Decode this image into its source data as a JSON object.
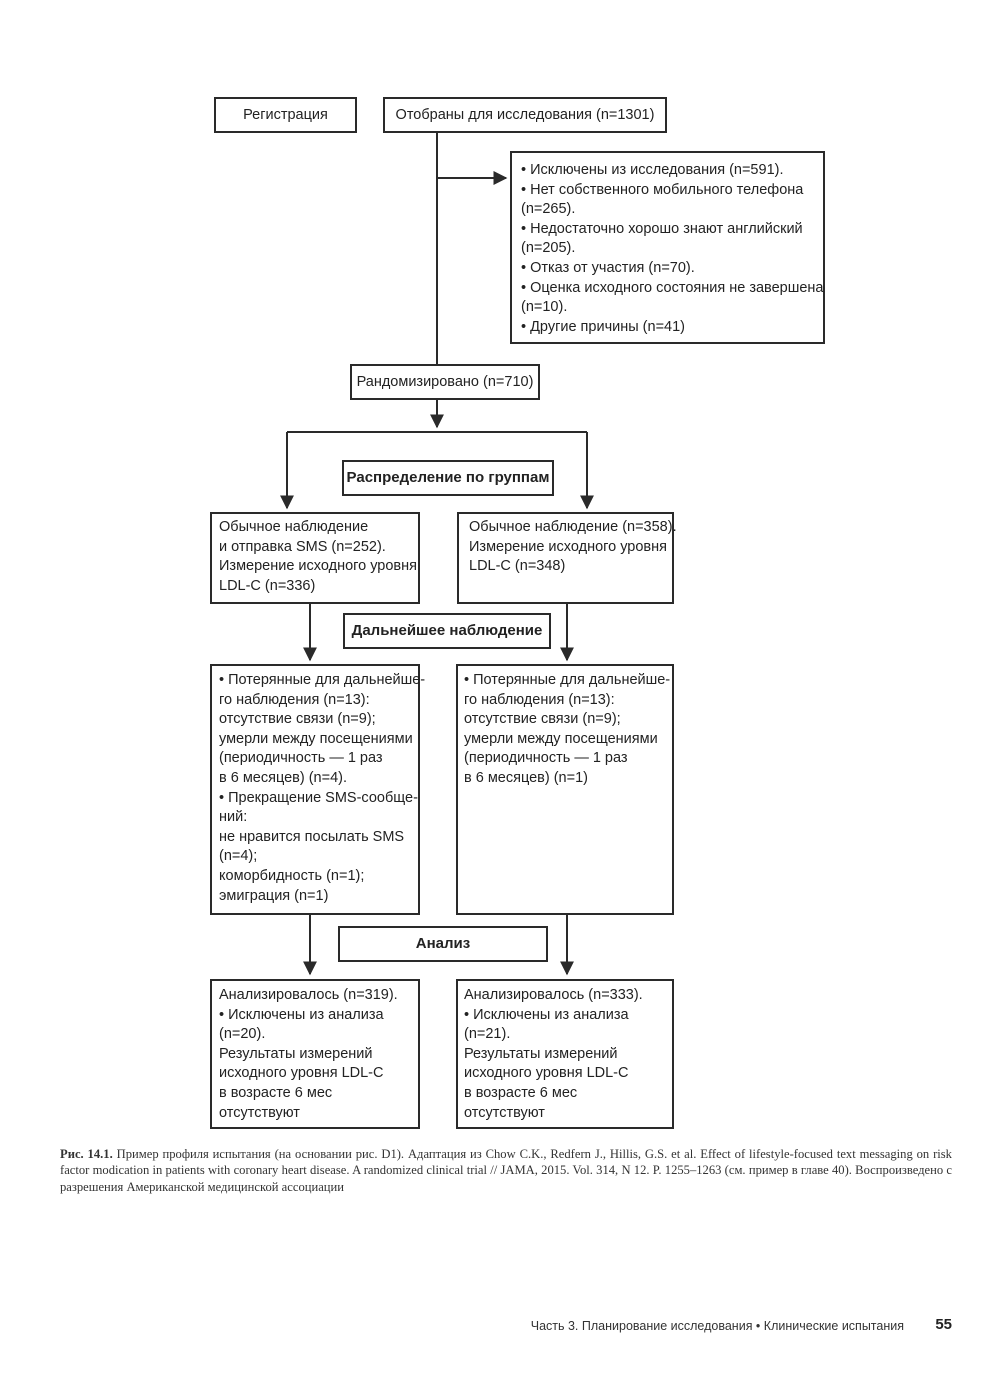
{
  "flowchart": {
    "registration": "Регистрация",
    "selected": "Отобраны для исследования (n=1301)",
    "excluded": [
      "• Исключены из исследования (n=591).",
      "• Нет собственного мобильного телефона",
      "(n=265).",
      "• Недостаточно хорошо знают английский",
      "(n=205).",
      "• Отказ от участия (n=70).",
      "• Оценка исходного состояния не завершена",
      "(n=10).",
      "• Другие причины (n=41)"
    ],
    "randomized": "Рандомизировано (n=710)",
    "allocation_heading": "Распределение по группам",
    "left_group": [
      "Обычное наблюдение",
      "и отправка SMS (n=252).",
      "Измерение исходного уровня",
      "LDL-C (n=336)"
    ],
    "right_group": [
      "Обычное наблюдение (n=358).",
      "Измерение исходного уровня",
      "LDL-C (n=348)"
    ],
    "followup_heading": "Дальнейшее наблюдение",
    "left_followup": [
      "• Потерянные для дальнейше-",
      "го наблюдения (n=13):",
      "отсутствие связи (n=9);",
      "умерли между посещениями",
      "(периодичность — 1 раз",
      "в 6 месяцев) (n=4).",
      "• Прекращение SMS-сообще-",
      "ний:",
      "не нравится посылать SMS",
      "(n=4);",
      "коморбидность (n=1);",
      "эмиграция (n=1)"
    ],
    "right_followup": [
      "• Потерянные для дальнейше-",
      "го наблюдения (n=13):",
      "отсутствие связи (n=9);",
      "умерли между посещениями",
      "(периодичность — 1 раз",
      "в 6 месяцев) (n=1)"
    ],
    "analysis_heading": "Анализ",
    "left_analysis": [
      "Анализировалось (n=319).",
      "• Исключены из анализа",
      "(n=20).",
      "Результаты измерений",
      "исходного уровня LDL-C",
      "в возрасте 6 мес",
      "отсутствуют"
    ],
    "right_analysis": [
      "Анализировалось (n=333).",
      "• Исключены из анализа",
      "(n=21).",
      "Результаты измерений",
      "исходного уровня LDL-C",
      "в возрасте 6 мес",
      "отсутствуют"
    ]
  },
  "caption": {
    "label": "Рис. 14.1.",
    "text": "Пример профиля испытания (на основании рис. D1). Адаптация из Chow C.K., Redfern J., Hillis, G.S. et al. Effect of lifestyle-focused text messaging on risk factor modication in patients with coronary heart disease. A randomized clinical trial // JAMA, 2015. Vol. 314, N 12. P. 1255–1263 (см. пример в главе 40). Воспроизведено с разрешения Американской медицинской ассоциации"
  },
  "footer": {
    "running_title": "Часть 3. Планирование исследования • Клинические испытания",
    "page_number": "55"
  }
}
